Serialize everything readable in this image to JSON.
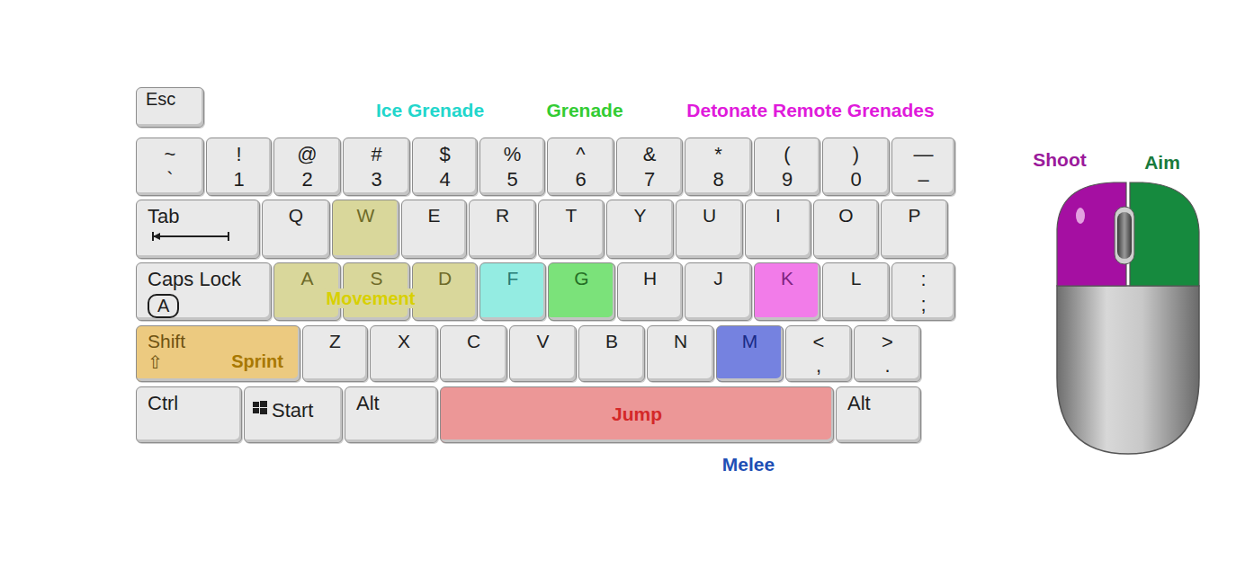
{
  "diagram": {
    "nodes": [
      {
        "text": [
          "Esc"
        ]
      },
      {
        "text": [
          "~",
          "`"
        ]
      },
      {
        "text": [
          "!",
          "1"
        ]
      },
      {
        "text": [
          "@",
          "2"
        ]
      },
      {
        "text": [
          "#",
          "3"
        ]
      },
      {
        "text": [
          "$",
          "4"
        ]
      },
      {
        "text": [
          "%",
          "5"
        ]
      },
      {
        "text": [
          "^",
          "6"
        ]
      },
      {
        "text": [
          "&",
          "7"
        ]
      },
      {
        "text": [
          "*",
          "8"
        ]
      },
      {
        "text": [
          "(",
          "9"
        ]
      },
      {
        "text": [
          ")",
          "0"
        ]
      },
      {
        "text": [
          "—",
          "–"
        ]
      },
      {
        "text": [
          "Tab"
        ]
      },
      {
        "text": [
          "Q"
        ]
      },
      {
        "text": [
          "W"
        ]
      },
      {
        "text": [
          "E"
        ]
      },
      {
        "text": [
          "R"
        ]
      },
      {
        "text": [
          "T"
        ]
      },
      {
        "text": [
          "Y"
        ]
      },
      {
        "text": [
          "U"
        ]
      },
      {
        "text": [
          "I"
        ]
      },
      {
        "text": [
          "O"
        ]
      },
      {
        "text": [
          "P"
        ]
      },
      {
        "text": [
          "Caps Lock",
          "A"
        ]
      },
      {
        "text": [
          "A"
        ]
      },
      {
        "text": [
          "S"
        ]
      },
      {
        "text": [
          "D"
        ]
      },
      {
        "text": [
          "F"
        ]
      },
      {
        "text": [
          "G"
        ]
      },
      {
        "text": [
          "H"
        ]
      },
      {
        "text": [
          "J"
        ]
      },
      {
        "text": [
          "K"
        ]
      },
      {
        "text": [
          "L"
        ]
      },
      {
        "text": [
          ":",
          ";"
        ]
      },
      {
        "text": [
          "Shift",
          "⇧",
          "Sprint"
        ]
      },
      {
        "text": [
          "Z"
        ]
      },
      {
        "text": [
          "X"
        ]
      },
      {
        "text": [
          "C"
        ]
      },
      {
        "text": [
          "V"
        ]
      },
      {
        "text": [
          "B"
        ]
      },
      {
        "text": [
          "N"
        ]
      },
      {
        "text": [
          "M"
        ]
      },
      {
        "text": [
          "<",
          ","
        ]
      },
      {
        "text": [
          ">",
          "."
        ]
      },
      {
        "text": [
          "Ctrl"
        ]
      },
      {
        "text": [
          "Start"
        ]
      },
      {
        "text": [
          "Alt"
        ]
      },
      {
        "text": [
          "Jump"
        ]
      },
      {
        "text": [
          "Alt"
        ]
      }
    ],
    "labels": [
      "Ice Grenade",
      "Grenade",
      "Detonate Remote Grenades",
      "Movement",
      "Shoot",
      "Aim",
      "Melee"
    ]
  }
}
